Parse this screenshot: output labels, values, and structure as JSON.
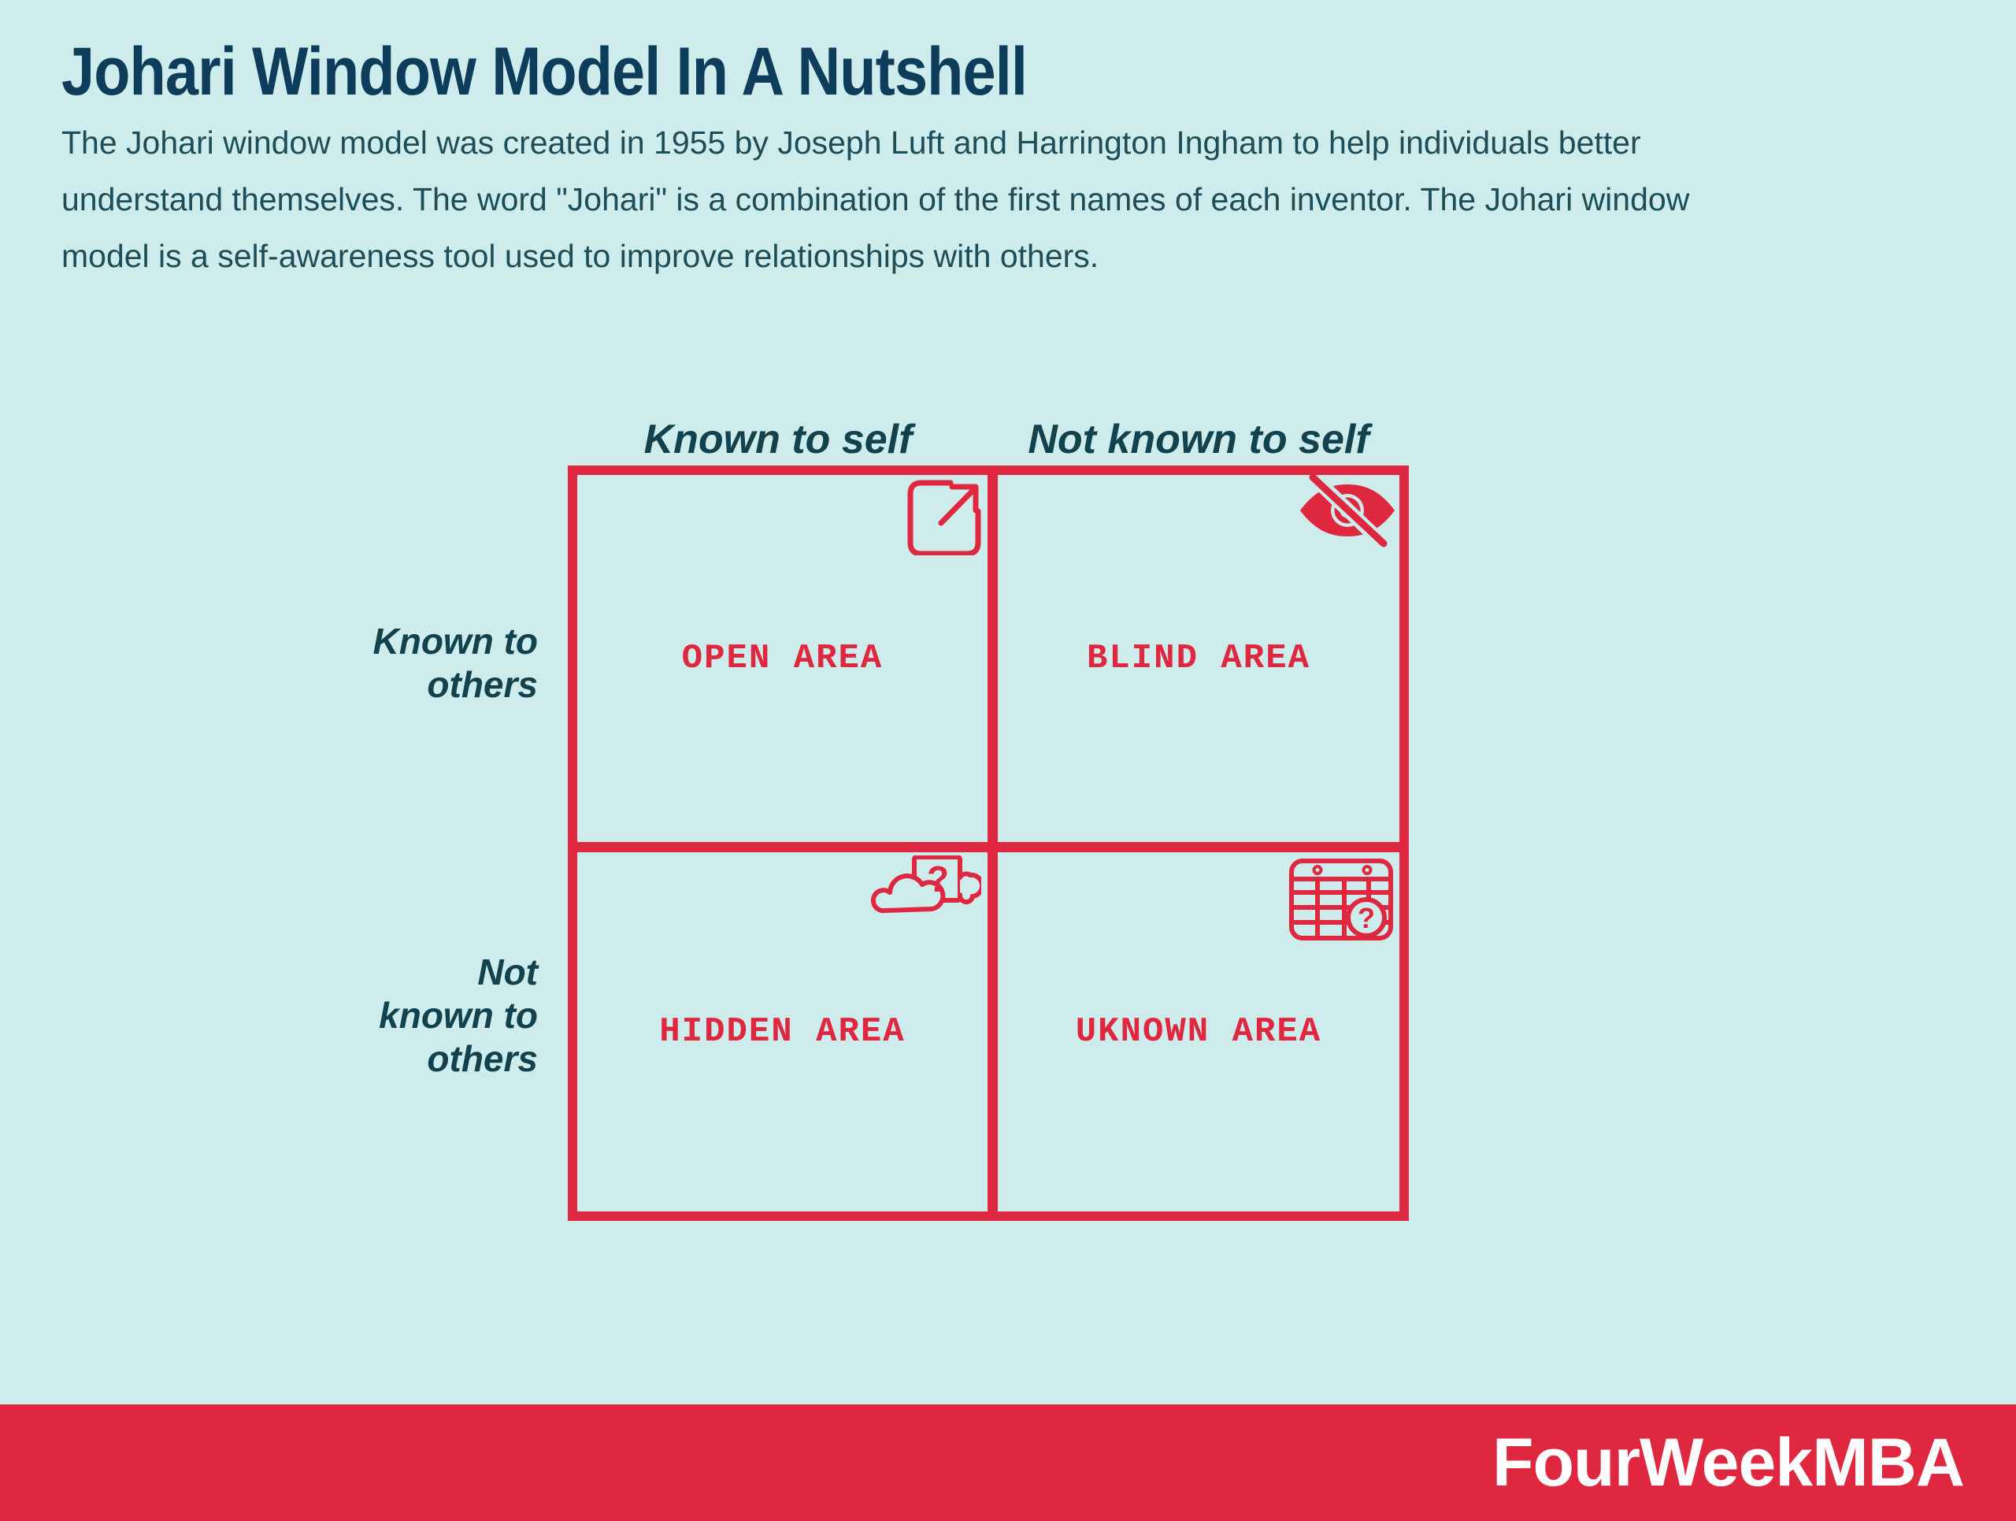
{
  "colors": {
    "background": "#cdeceb",
    "accent_red": "#e02740",
    "title_navy": "#0e3d5c",
    "body_teal": "#1d4d58",
    "label_teal": "#12424e",
    "footer_text": "#ffffff"
  },
  "header": {
    "title": "Johari Window Model In A Nutshell",
    "description": "The Johari window model was created in 1955 by Joseph Luft and Harrington Ingham to help individuals better\nunderstand themselves. The word \"Johari\" is a combination of the first names of each inventor. The Johari window\nmodel is a self-awareness tool used to improve relationships with others."
  },
  "matrix": {
    "column_labels": [
      "Known to self",
      "Not known to self"
    ],
    "row_labels": [
      "Known to\nothers",
      "Not\nknown to\nothers"
    ],
    "quadrants": [
      {
        "label": "OPEN AREA",
        "icon": "external-link-icon"
      },
      {
        "label": "BLIND AREA",
        "icon": "eye-off-icon"
      },
      {
        "label": "HIDDEN AREA",
        "icon": "cloud-question-icon"
      },
      {
        "label": "UKNOWN AREA",
        "icon": "calendar-question-icon"
      }
    ]
  },
  "footer": {
    "brand": "FourWeekMBA"
  }
}
